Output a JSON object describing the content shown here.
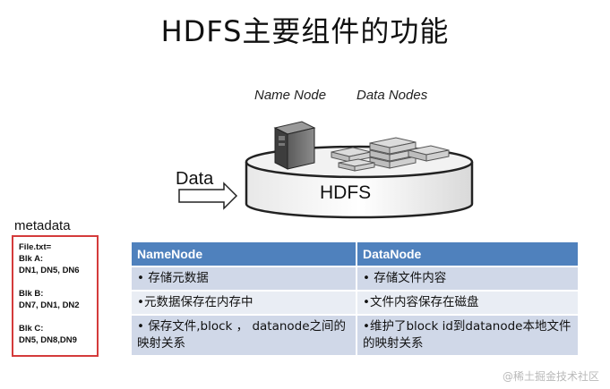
{
  "title": "HDFS主要组件的功能",
  "diagram": {
    "name_node_label": "Name Node",
    "data_nodes_label": "Data Nodes",
    "data_label": "Data",
    "hdfs_label": "HDFS"
  },
  "metadata": {
    "title": "metadata",
    "lines": [
      "File.txt=",
      "Blk A:",
      "DN1, DN5, DN6",
      "",
      "Blk B:",
      "DN7, DN1, DN2",
      "",
      "Blk C:",
      "DN5, DN8,DN9"
    ]
  },
  "table": {
    "headers": [
      "NameNode",
      "DataNode"
    ],
    "rows": [
      [
        "• 存储元数据",
        "• 存储文件内容"
      ],
      [
        "•元数据保存在内存中",
        "•文件内容保存在磁盘"
      ],
      [
        "• 保存文件,block ， datanode之间的映射关系",
        "•维护了block id到datanode本地文件的映射关系"
      ]
    ]
  },
  "watermark": "@稀土掘金技术社区"
}
